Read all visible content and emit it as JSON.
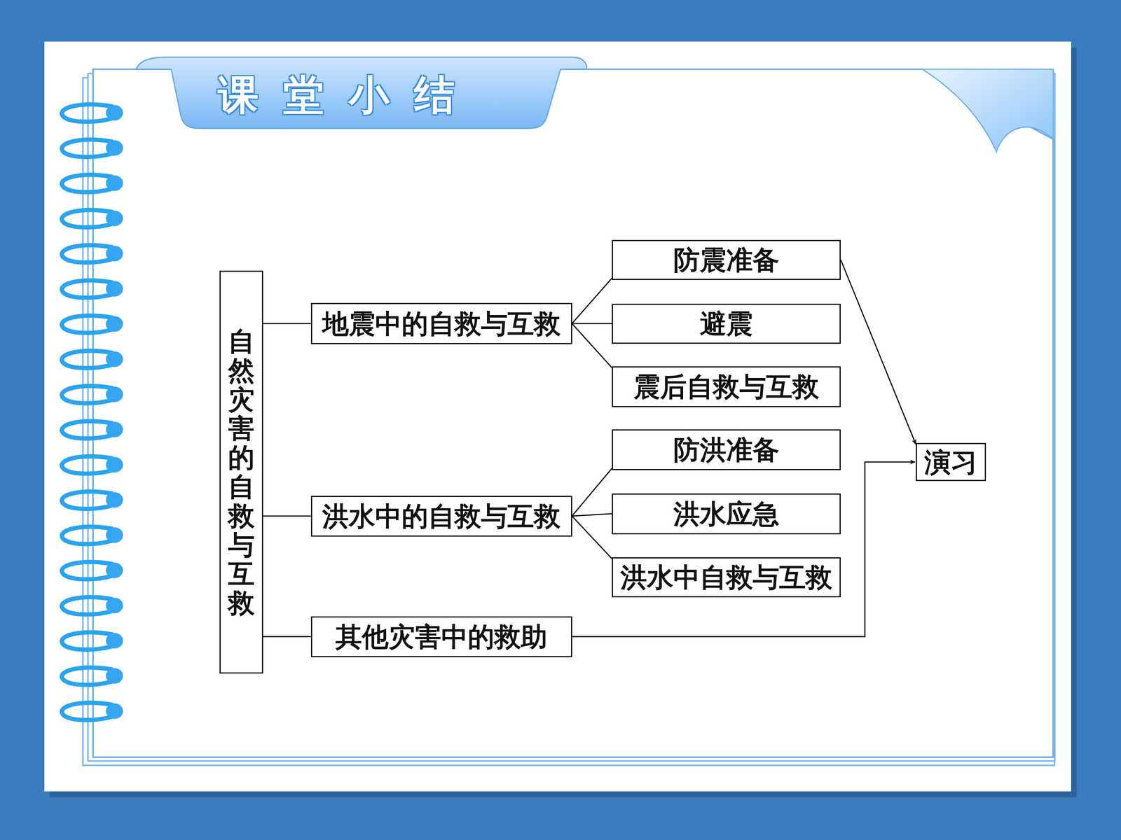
{
  "diagram": {
    "title": "课堂小结",
    "nodes": [
      {
        "text": [
          "自然灾害的自救与互救"
        ]
      },
      {
        "text": [
          "地震中的自救与互救"
        ]
      },
      {
        "text": [
          "防震准备"
        ]
      },
      {
        "text": [
          "避震"
        ]
      },
      {
        "text": [
          "震后自救与互救"
        ]
      },
      {
        "text": [
          "洪水中的自救与互救"
        ]
      },
      {
        "text": [
          "防洪准备"
        ]
      },
      {
        "text": [
          "洪水应急"
        ]
      },
      {
        "text": [
          "洪水中自救与互救"
        ]
      },
      {
        "text": [
          "其他灾害中的救助"
        ]
      },
      {
        "text": [
          "演习"
        ]
      }
    ],
    "edges": [
      {
        "from": 0,
        "to": 1,
        "arrow": "none"
      },
      {
        "from": 0,
        "to": 5,
        "arrow": "none"
      },
      {
        "from": 0,
        "to": 9,
        "arrow": "none"
      },
      {
        "from": 1,
        "to": 2,
        "arrow": "none"
      },
      {
        "from": 1,
        "to": 3,
        "arrow": "none"
      },
      {
        "from": 1,
        "to": 4,
        "arrow": "none"
      },
      {
        "from": 5,
        "to": 6,
        "arrow": "none"
      },
      {
        "from": 5,
        "to": 7,
        "arrow": "none"
      },
      {
        "from": 5,
        "to": 8,
        "arrow": "none"
      },
      {
        "from": 2,
        "to": 10,
        "arrow": "to"
      },
      {
        "from": 9,
        "to": 10,
        "arrow": "to"
      }
    ]
  }
}
